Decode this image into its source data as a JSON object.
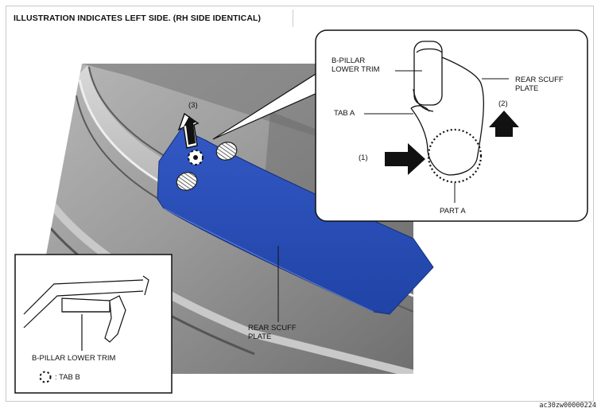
{
  "header": {
    "title": "ILLUSTRATION INDICATES LEFT SIDE. (RH SIDE IDENTICAL)"
  },
  "detail_callout": {
    "label_bpillar_l1": "B-PILLAR",
    "label_bpillar_l2": "LOWER TRIM",
    "label_scuff_l1": "REAR SCUFF",
    "label_scuff_l2": "PLATE",
    "label_tab_a": "TAB A",
    "label_part_a": "PART A",
    "label_step1": "(1)",
    "label_step2": "(2)"
  },
  "main_view": {
    "label_step3": "(3)",
    "label_scuff_l1": "REAR SCUFF",
    "label_scuff_l2": "PLATE"
  },
  "inset": {
    "label_bpillar": "B-PILLAR LOWER TRIM",
    "legend_tab_b": ": TAB B"
  },
  "footer": {
    "figure_id": "ac30zw00000224"
  },
  "colors": {
    "scuff_plate": "#2a4fb4",
    "body_gray": "#8c8c8c",
    "text": "#111111"
  },
  "icons": [
    "up-arrow-icon",
    "right-arrow-icon",
    "tab-clip-marker-icon",
    "dotted-circle-icon"
  ]
}
